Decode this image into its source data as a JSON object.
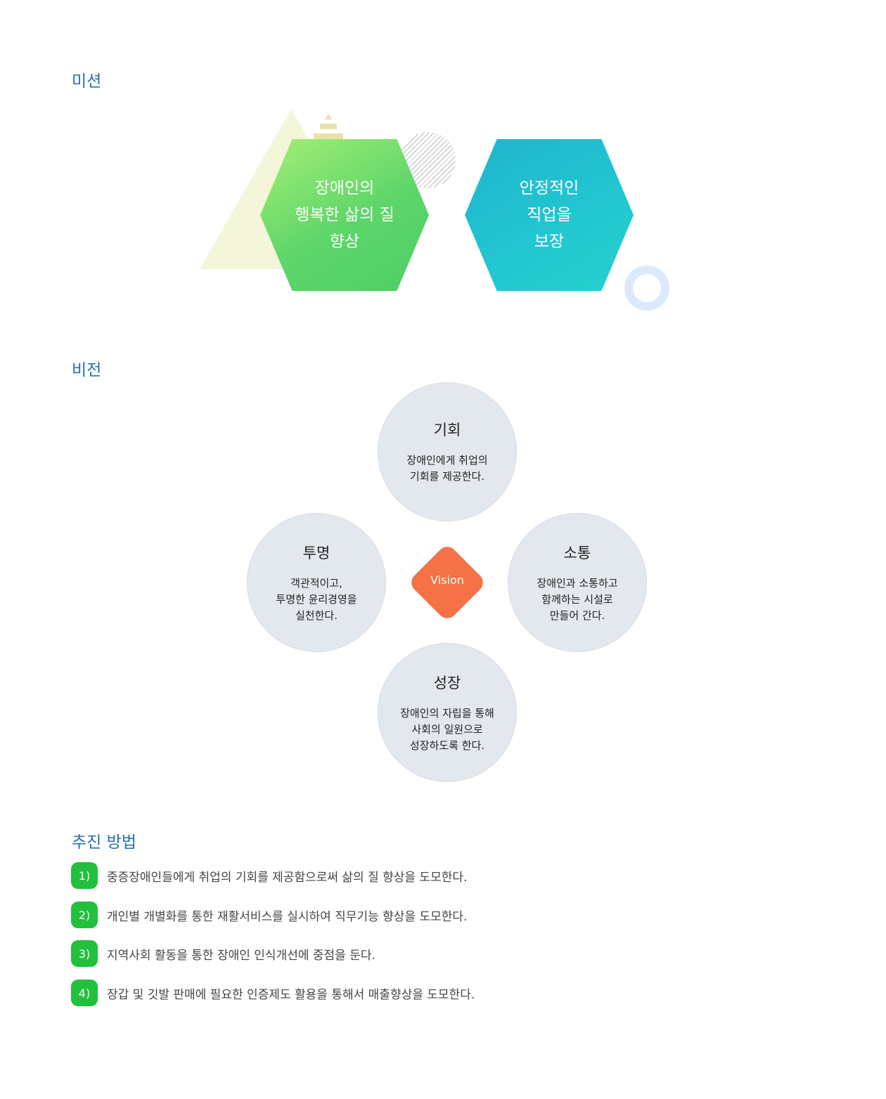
{
  "mission": {
    "heading": "미션",
    "items": [
      {
        "lines": [
          "장애인의",
          "행복한 삶의 질",
          "향상"
        ]
      },
      {
        "lines": [
          "안정적인",
          "직업을",
          "보장"
        ]
      }
    ]
  },
  "vision": {
    "heading": "비전",
    "center": "Vision",
    "items": [
      {
        "title": "기회",
        "desc": "장애인에게 취업의\n기회를 제공한다."
      },
      {
        "title": "투명",
        "desc": "객관적이고,\n투명한 윤리경영을\n실천한다."
      },
      {
        "title": "소통",
        "desc": "장애인과 소통하고\n함께하는 시설로\n만들어 간다."
      },
      {
        "title": "성장",
        "desc": "장애인의 자립을 통해\n사회의 일원으로\n성장하도록 한다."
      }
    ]
  },
  "methods": {
    "heading": "추진 방법",
    "items": [
      {
        "num": "1)",
        "text": "중증장애인들에게 취업의 기회를 제공함으로써 삶의 질 향상을 도모한다."
      },
      {
        "num": "2)",
        "text": "개인별 개별화를 통한 재활서비스를 실시하여 직무기능 향상을 도모한다."
      },
      {
        "num": "3)",
        "text": "지역사회 활동을 통한 장애인 인식개선에 중점을 둔다."
      },
      {
        "num": "4)",
        "text": "장갑 및 깃발 판매에 필요한 인증제도 활용을 통해서 매출향상을 도모한다."
      }
    ]
  },
  "colors": {
    "heading": "#2a6fb0",
    "badge": "#22c03c",
    "vision": "#f47245"
  }
}
